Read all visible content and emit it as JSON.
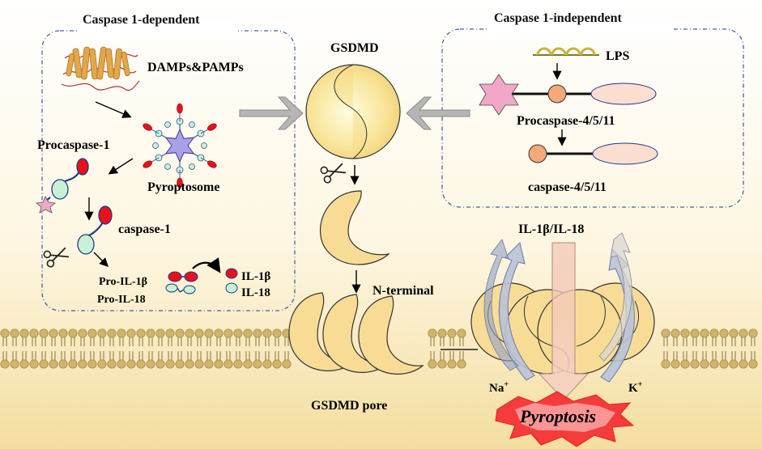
{
  "panels": {
    "left_title": "Caspase 1-dependent",
    "right_title": "Caspase 1-independent"
  },
  "labels": {
    "damps_pamps": "DAMPs&PAMPs",
    "procaspase1": "Procaspase-1",
    "pyroptosome": "Pyroptosome",
    "caspase1": "caspase-1",
    "pro_il1b": "Pro-IL-1β",
    "pro_il18": "Pro-IL-18",
    "il1b": "IL-1β",
    "il18": "IL-18",
    "gsdmd": "GSDMD",
    "lps": "LPS",
    "procaspase4511": "Procaspase-4/5/11",
    "caspase4511": "caspase-4/5/11",
    "n_terminal": "N-terminal",
    "il1b_il18": "IL-1β/IL-18",
    "gsdmd_pore": "GSDMD pore",
    "na_ion": "Na",
    "na_charge": "+",
    "k_ion": "K",
    "k_charge": "+",
    "pyroptosis": "Pyroptosis"
  },
  "colors": {
    "background_top": "#fefefe",
    "background_bottom": "#f6e2a8",
    "gsdmd_fill": "#f9e29a",
    "pore_fill": "#f8dc96",
    "lipid_head": "#cfb56b",
    "procaspase_red": "#e8111b",
    "prodomain_green": "#c8f0d4",
    "caspase_orange": "#f4a97a",
    "caspase_pink": "#fbded0",
    "card_pink": "#f2a6c8",
    "burst_red": "#f53b3b",
    "arrow_grey": "#b8b8b8",
    "panel_border": "#4a5ea8"
  }
}
